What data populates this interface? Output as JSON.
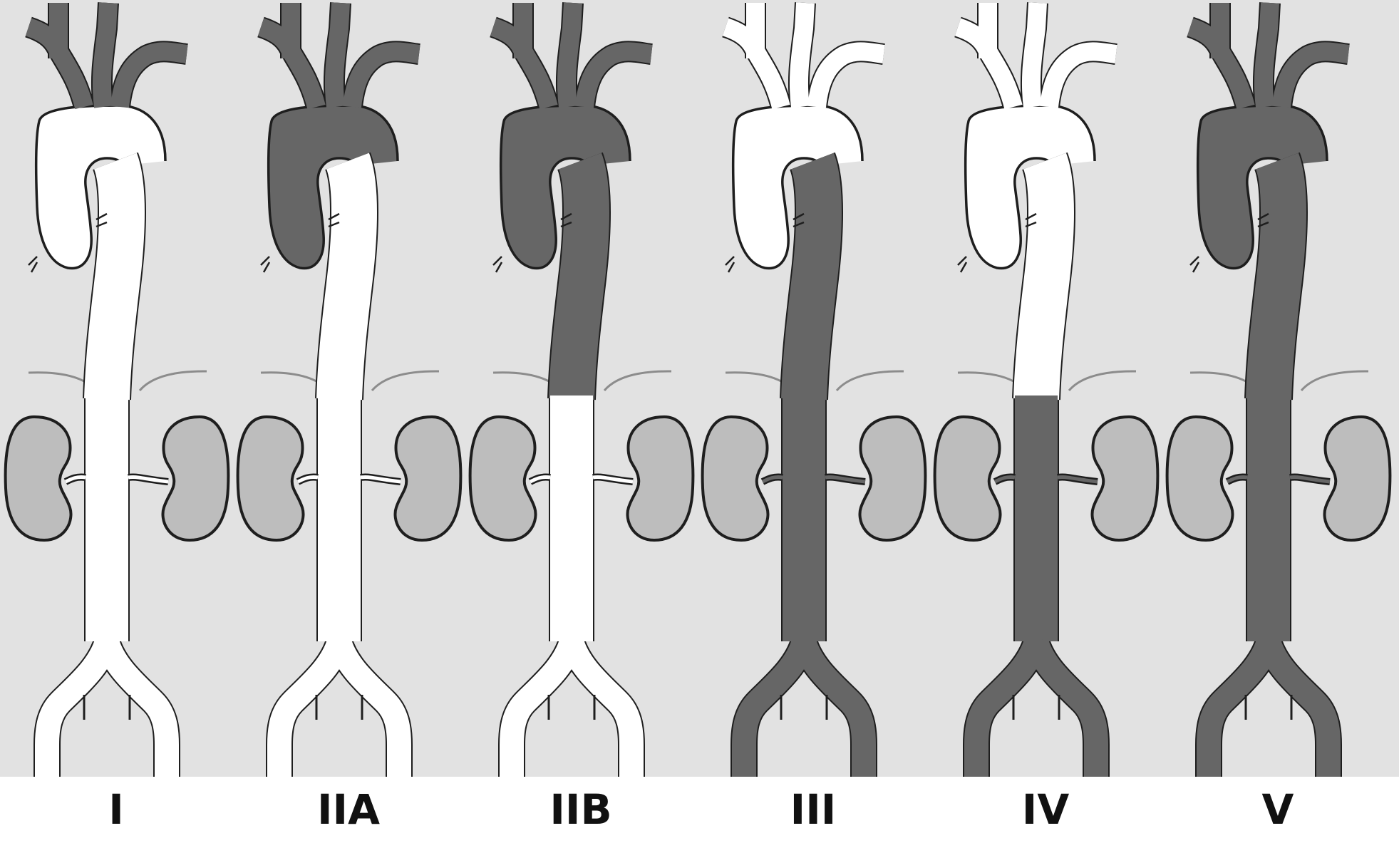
{
  "labels": [
    "I",
    "IIA",
    "IIB",
    "III",
    "IV",
    "V"
  ],
  "panels": [
    {
      "arch_vessels": "filled",
      "ascending": "empty",
      "descending_thoracic": "empty",
      "abdominal": "empty"
    },
    {
      "arch_vessels": "filled",
      "ascending": "filled",
      "descending_thoracic": "empty",
      "abdominal": "empty"
    },
    {
      "arch_vessels": "filled",
      "ascending": "filled",
      "descending_thoracic": "filled",
      "abdominal": "empty"
    },
    {
      "arch_vessels": "empty",
      "ascending": "empty",
      "descending_thoracic": "filled",
      "abdominal": "filled"
    },
    {
      "arch_vessels": "empty",
      "ascending": "empty",
      "descending_thoracic": "empty",
      "abdominal": "filled"
    },
    {
      "arch_vessels": "filled",
      "ascending": "filled",
      "descending_thoracic": "filled",
      "abdominal": "filled"
    }
  ],
  "colors": {
    "background": "#e2e2e2",
    "vessel_empty": "#ffffff",
    "vessel_filled": "#666666",
    "outline": "#1e1e1e",
    "kidney": "#bdbdbd",
    "diaphragm": "#8c8c8c"
  }
}
